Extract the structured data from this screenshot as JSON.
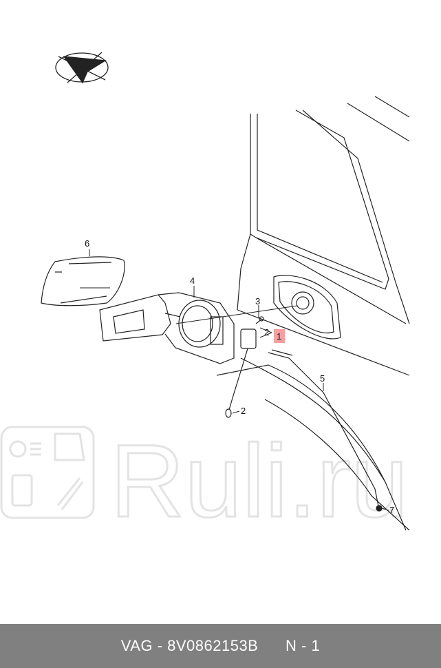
{
  "callouts": {
    "c1": "1",
    "c2a": "2",
    "c2b": "2",
    "c3": "3",
    "c4": "4",
    "c5": "5",
    "c6": "6",
    "c7": "7"
  },
  "watermark": {
    "text": "Ruli.ru"
  },
  "footer": {
    "part_label": "VAG - 8V0862153B",
    "position_label": "N - 1"
  },
  "colors": {
    "footer_bg": "#808080",
    "highlight": "#f4a0a0",
    "line": "#222222",
    "watermark": "#e3e3e3"
  },
  "icons": {
    "compass": "direction-arrow-icon"
  }
}
